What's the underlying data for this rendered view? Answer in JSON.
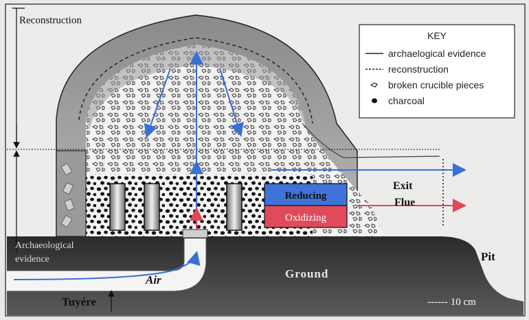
{
  "labels": {
    "reconstruction": "Reconstruction",
    "archaeological_line1": "Archaeological",
    "archaeological_line2": "evidence",
    "air": "Air",
    "ground": "Ground",
    "tuyere": "Tuyére",
    "pit": "Pit",
    "exit": "Exit",
    "flue": "Flue",
    "reducing": "Reducing",
    "oxidizing": "Oxidizing",
    "scale": "------ 10 cm"
  },
  "key": {
    "title": "KEY",
    "items": [
      {
        "label": "archaelogical evidence",
        "symbol": "solid-line"
      },
      {
        "label": "reconstruction",
        "symbol": "dashed-line"
      },
      {
        "label": "broken crucible pieces",
        "symbol": "crucible-piece-icon"
      },
      {
        "label": "charcoal",
        "symbol": "charcoal-dot-icon"
      }
    ]
  },
  "colors": {
    "reducing": "#3f73d8",
    "oxidizing": "#e04a5a",
    "blue_flow": "#3a6fd8",
    "red_flow": "#e0475a",
    "ground": "#333333",
    "dome": "#9a9a9a"
  }
}
